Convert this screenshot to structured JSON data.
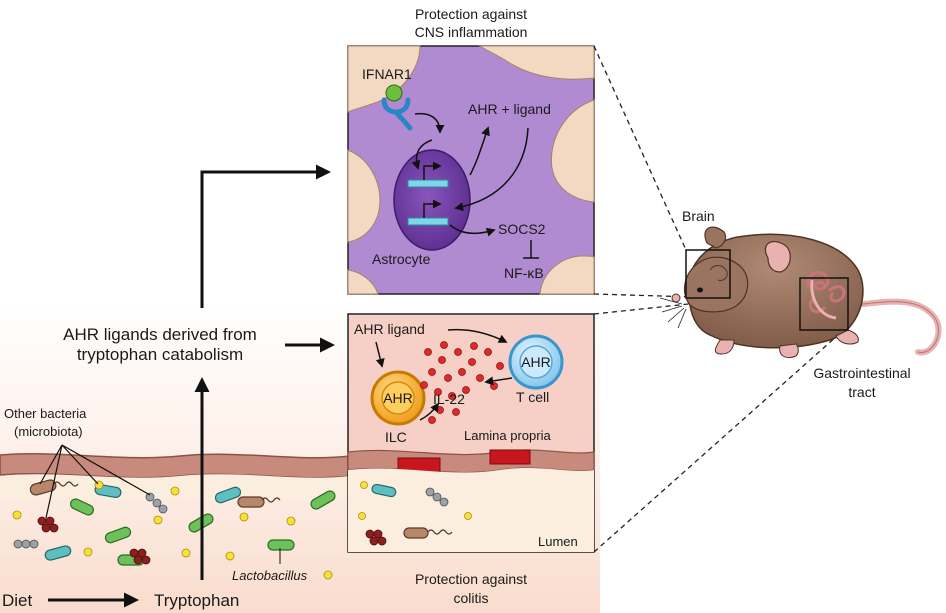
{
  "labels": {
    "cns_title_line1": "Protection against",
    "cns_title_line2": "CNS inflammation",
    "ifnar1": "IFNAR1",
    "ahr_ligand_brain": "AHR + ligand",
    "astrocyte": "Astrocyte",
    "socs2": "SOCS2",
    "nfkb": "NF-κB",
    "brain": "Brain",
    "gi_line1": "Gastrointestinal",
    "gi_line2": "tract",
    "ahr_derived_line1": "AHR ligands derived from",
    "ahr_derived_line2": "tryptophan catabolism",
    "ahr_ligand_gut": "AHR ligand",
    "ahr_ilc": "AHR",
    "ahr_tcell": "AHR",
    "il22": "IL-22",
    "ilc": "ILC",
    "tcell": "T cell",
    "lamina_propria": "Lamina propria",
    "lumen": "Lumen",
    "other_bacteria_line1": "Other bacteria",
    "other_bacteria_line2": "(microbiota)",
    "lactobacillus": "Lactobacillus",
    "colitis_line1": "Protection against",
    "colitis_line2": "colitis",
    "diet": "Diet",
    "tryptophan": "Tryptophan"
  },
  "colors": {
    "astrocyte_bg": "#b48ed6",
    "astrocyte_dark": "#8a64bf",
    "nucleus": "#6f3fa0",
    "neighbor_cell": "#f4d9c2",
    "gut_bg": "#f6cfc6",
    "lumen_bg": "#fbeee0",
    "epithelium": "#c58a7a",
    "lesion": "#c8161e",
    "il22_dot": "#e02a2a",
    "ilc_cell": "#f4a51c",
    "tcell_cell": "#7fc6ee",
    "receptor": "#2a86c4",
    "ligand": "#6cbf3c",
    "gene_bar": "#7fd6e6",
    "mouse_fur": "#9a7460",
    "mouse_pink": "#eab1b1"
  }
}
